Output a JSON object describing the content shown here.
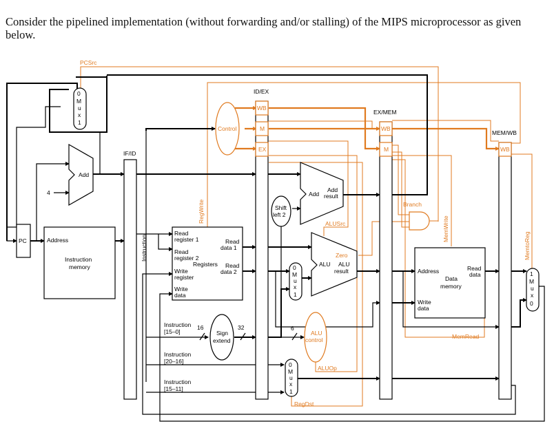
{
  "question": "Consider the pipelined implementation (without forwarding and/or stalling) of the MIPS microprocessor as given below.",
  "registers": {
    "if_id": "IF/ID",
    "id_ex": "ID/EX",
    "ex_mem": "EX/MEM",
    "mem_wb": "MEM/WB"
  },
  "stage_fields": {
    "wb": "WB",
    "m": "M",
    "ex": "EX"
  },
  "control": {
    "control": "Control",
    "pcsrc": "PCSrc",
    "regwrite": "RegWrite",
    "alusrc": "ALUSrc",
    "branch": "Branch",
    "memwrite": "MemWrite",
    "memtoreg": "MemtoReg",
    "memread": "MemRead",
    "aluop": "ALUOp",
    "regdst": "RegDst"
  },
  "components": {
    "pc": "PC",
    "add": "Add",
    "four": "4",
    "address": "Address",
    "instr_mem_l1": "Instruction",
    "instr_mem_l2": "memory",
    "instruction_vertical": "Instruction",
    "read_reg1_l1": "Read",
    "read_reg1_l2": "register 1",
    "read_reg2_l1": "Read",
    "read_reg2_l2": "register 2",
    "write_reg_l1": "Write",
    "write_reg_l2": "register",
    "write_data_l1": "Write",
    "write_data_l2": "data",
    "registers": "Registers",
    "read_data1_l1": "Read",
    "read_data1_l2": "data 1",
    "read_data2_l1": "Read",
    "read_data2_l2": "data 2",
    "shift_l1": "Shift",
    "shift_l2": "left 2",
    "add2": "Add",
    "add_result_l1": "Add",
    "add_result_l2": "result",
    "alu": "ALU",
    "alu_result_l1": "ALU",
    "alu_result_l2": "result",
    "zero": "Zero",
    "alu_control_l1": "ALU",
    "alu_control_l2": "control",
    "sign_l1": "Sign",
    "sign_l2": "extend",
    "bits16": "16",
    "bits32": "32",
    "bits6": "6",
    "dm_address": "Address",
    "dm_read_l1": "Read",
    "dm_read_l2": "data",
    "dm_l1": "Data",
    "dm_l2": "memory",
    "dm_write_l1": "Write",
    "dm_write_l2": "data",
    "instr_15_0_l1": "Instruction",
    "instr_15_0_l2": "[15–0]",
    "instr_20_16_l1": "Instruction",
    "instr_20_16_l2": "[20–16]",
    "instr_15_11_l1": "Instruction",
    "instr_15_11_l2": "[15–11]"
  },
  "mux": {
    "m": "M",
    "u": "u",
    "x": "x",
    "zero": "0",
    "one": "1"
  },
  "colors": {
    "control": "#e07a1f",
    "datapath": "#000000"
  }
}
